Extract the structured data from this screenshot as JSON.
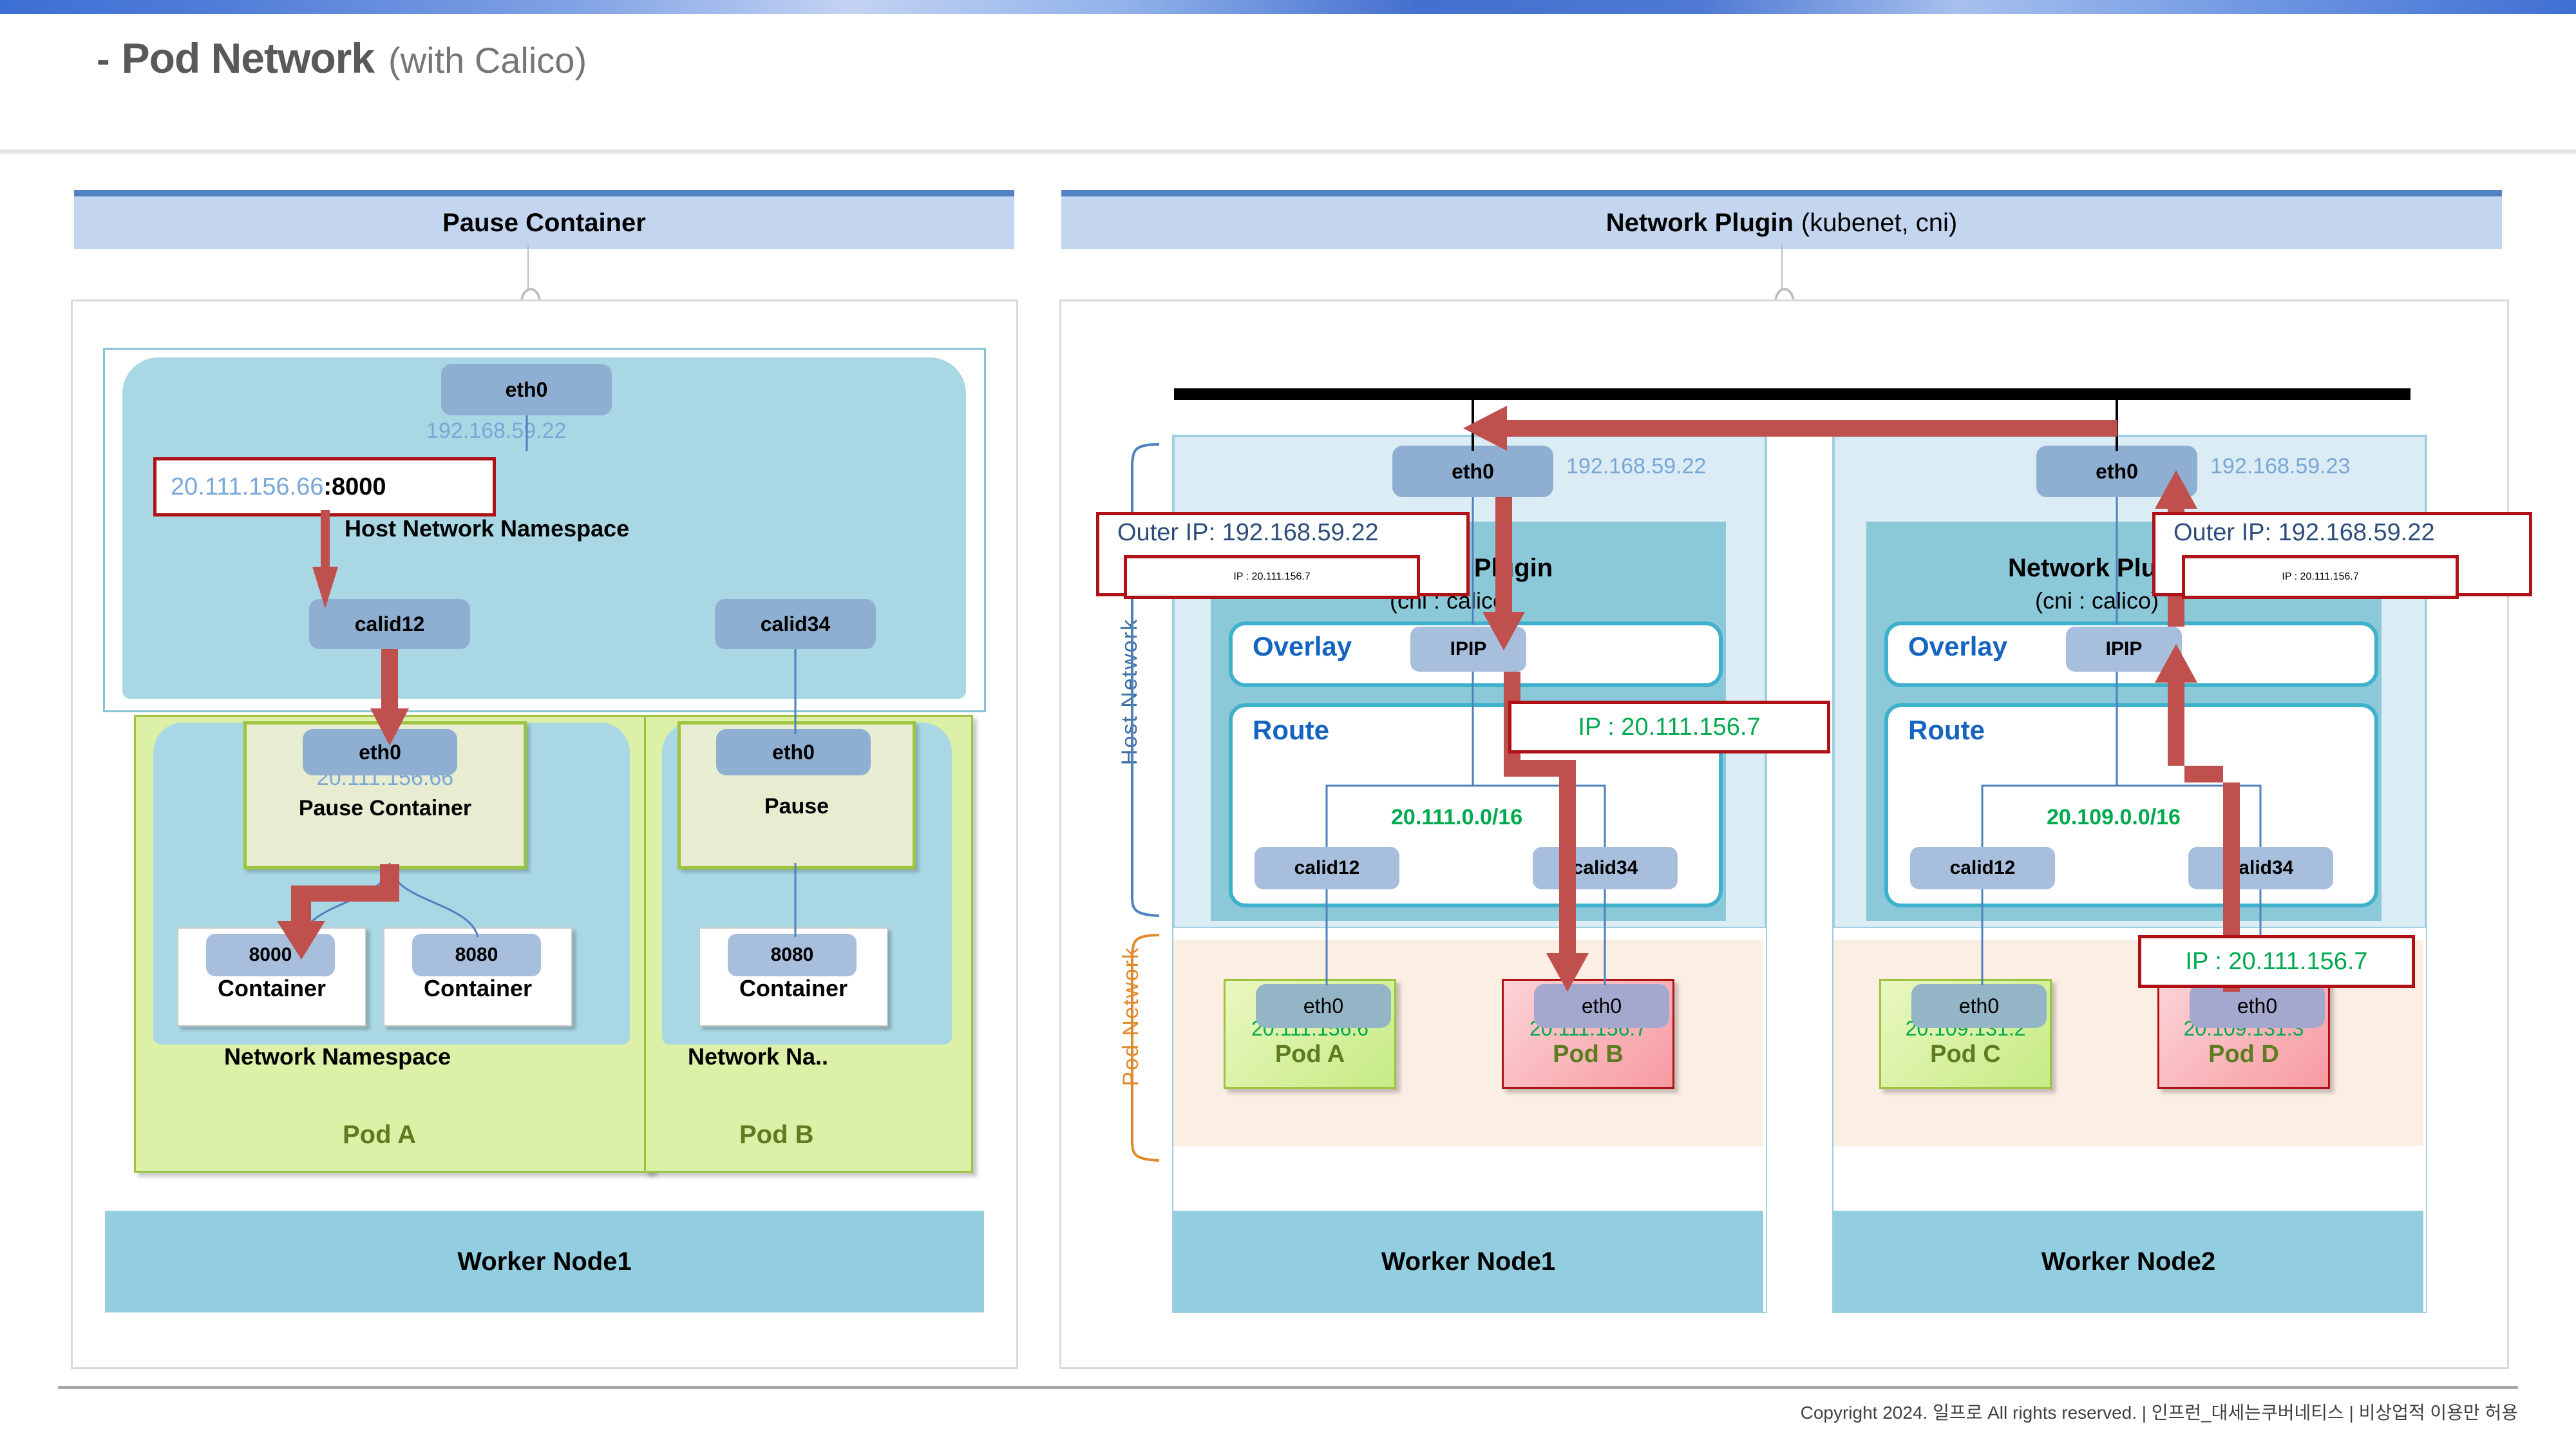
{
  "slide": {
    "title_dash": "-",
    "title_main": "Pod Network",
    "title_sub": "(with Calico)"
  },
  "sections": [
    {
      "id": "pause-container",
      "title": "Pause Container",
      "title_sub": ""
    },
    {
      "id": "network-plugin",
      "title": "Network Plugin",
      "title_sub": "(kubenet, cni)"
    }
  ],
  "left_panel": {
    "host_namespace": {
      "label": "Host Network Namespace",
      "nic": "eth0",
      "nic_ip": "192.168.59.22",
      "callout": {
        "ip": "20.111.156.66",
        "sep": " :",
        "port": "8000"
      },
      "veth": [
        "calid12",
        "calid34"
      ]
    },
    "pods": [
      {
        "name": "Pod A",
        "namespace_label": "Network Namespace",
        "pause": {
          "nic": "eth0",
          "ip": "20.111.156.66",
          "label": "Pause Container"
        },
        "containers": [
          {
            "port": "8000",
            "label": "Container"
          },
          {
            "port": "8080",
            "label": "Container"
          }
        ]
      },
      {
        "name": "Pod B",
        "namespace_label": "Network Na..",
        "pause": {
          "nic": "eth0",
          "ip": "",
          "label": "Pause"
        },
        "containers": [
          {
            "port": "8080",
            "label": "Container"
          }
        ]
      }
    ],
    "node_label": "Worker Node1"
  },
  "right_panel": {
    "side_labels": {
      "host": "Host Network",
      "pod": "Pod Network"
    },
    "nodes": [
      {
        "node_label": "Worker Node1",
        "nic": "eth0",
        "nic_ip": "192.168.59.22",
        "plugin_title": "Network Plugin",
        "plugin_sub": "(cni : calico)",
        "overlay_label": "Overlay",
        "overlay_chip": "IPIP",
        "route_label": "Route",
        "route_cidr": "20.111.0.0/16",
        "veth": [
          "calid12",
          "calid34"
        ],
        "pods": [
          {
            "name": "Pod A",
            "nic": "eth0",
            "ip": "20.111.156.6",
            "variant": "green"
          },
          {
            "name": "Pod B",
            "nic": "eth0",
            "ip": "20.111.156.7",
            "variant": "red"
          }
        ]
      },
      {
        "node_label": "Worker Node2",
        "nic": "eth0",
        "nic_ip": "192.168.59.23",
        "plugin_title": "Network Plugin",
        "plugin_sub": "(cni : calico)",
        "overlay_label": "Overlay",
        "overlay_chip": "IPIP",
        "route_label": "Route",
        "route_cidr": "20.109.0.0/16",
        "veth": [
          "calid12",
          "calid34"
        ],
        "pods": [
          {
            "name": "Pod C",
            "nic": "eth0",
            "ip": "20.109.131.2",
            "variant": "green"
          },
          {
            "name": "Pod D",
            "nic": "eth0",
            "ip": "20.109.131.3",
            "variant": "red"
          }
        ]
      }
    ],
    "callouts": [
      {
        "id": "node1-outer",
        "outer": "Outer IP: 192.168.59.22",
        "inner": "IP : 20.111.156.7"
      },
      {
        "id": "node1-inner",
        "outer": "",
        "inner": "IP : 20.111.156.7"
      },
      {
        "id": "node2-outer",
        "outer": "Outer IP: 192.168.59.22",
        "inner": "IP : 20.111.156.7"
      },
      {
        "id": "node2-inner",
        "outer": "",
        "inner": "IP : 20.111.156.7"
      }
    ]
  },
  "footer": {
    "text": "Copyright 2024. 일프로 All rights reserved. | 인프런_대세는쿠버네티스 | 비상업적 이용만 허용"
  },
  "colors": {
    "accent_blue": "#5183c4",
    "header_fill": "#c3d5ef",
    "node_band": "#93cde0",
    "callout_border": "#b01116",
    "green_ip": "#00a94f",
    "arrow_red": "#c0504d",
    "pod_green_border": "#9dc33f",
    "pod_red_border": "#b01116"
  }
}
